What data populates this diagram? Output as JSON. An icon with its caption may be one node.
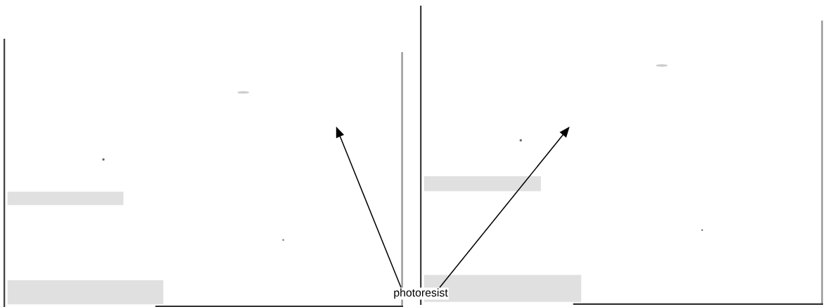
{
  "diagram": {
    "nodes": [
      {
        "text": [
          "photoresist"
        ]
      },
      {
        "text": [],
        "shape": "picture"
      },
      {
        "text": [],
        "shape": "picture"
      }
    ],
    "edges": [
      {
        "from": 0,
        "to": 1,
        "arrow": "to"
      },
      {
        "from": 0,
        "to": 2,
        "arrow": "to"
      }
    ]
  }
}
